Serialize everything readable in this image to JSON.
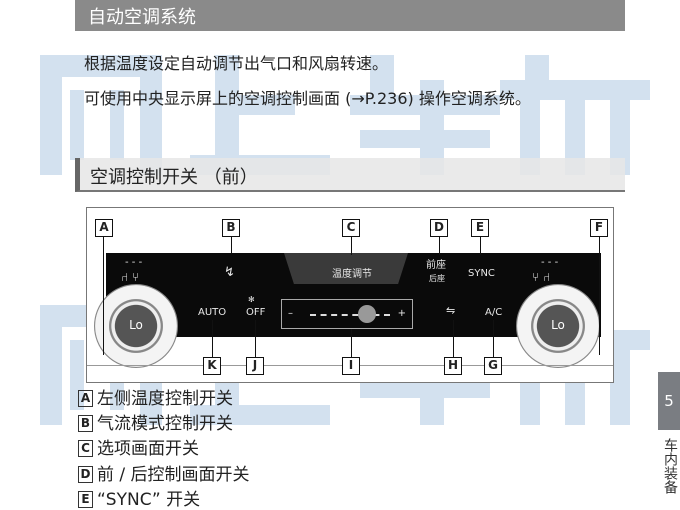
{
  "watermark": "网上车市",
  "header": {
    "title": "自动空调系统"
  },
  "intro": [
    "根据温度设定自动调节出气口和风扇转速。",
    "可使用中央显示屏上的空调控制画面 (→P.236) 操作空调系统。"
  ],
  "section": {
    "title": "空调控制开关 （前）"
  },
  "diagram": {
    "top_labels": [
      "A",
      "B",
      "C",
      "D",
      "E",
      "F"
    ],
    "bottom_labels": [
      "K",
      "J",
      "I",
      "H",
      "G"
    ],
    "screen_text": "温度调节",
    "front_seat": "前座",
    "rear_seat": "后座",
    "sync": "SYNC",
    "auto": "AUTO",
    "off": "OFF",
    "ac": "A/C",
    "minus": "–",
    "plus": "+",
    "left_knob": "Lo",
    "right_knob": "Lo",
    "seat_dashes": "- - -"
  },
  "legend": [
    {
      "key": "A",
      "text": "左侧温度控制开关"
    },
    {
      "key": "B",
      "text": "气流模式控制开关"
    },
    {
      "key": "C",
      "text": "选项画面开关"
    },
    {
      "key": "D",
      "text": "前 / 后控制画面开关"
    },
    {
      "key": "E",
      "text": "“SYNC” 开关"
    }
  ],
  "side_tab": {
    "chapter": "5",
    "label": "车内装备"
  }
}
